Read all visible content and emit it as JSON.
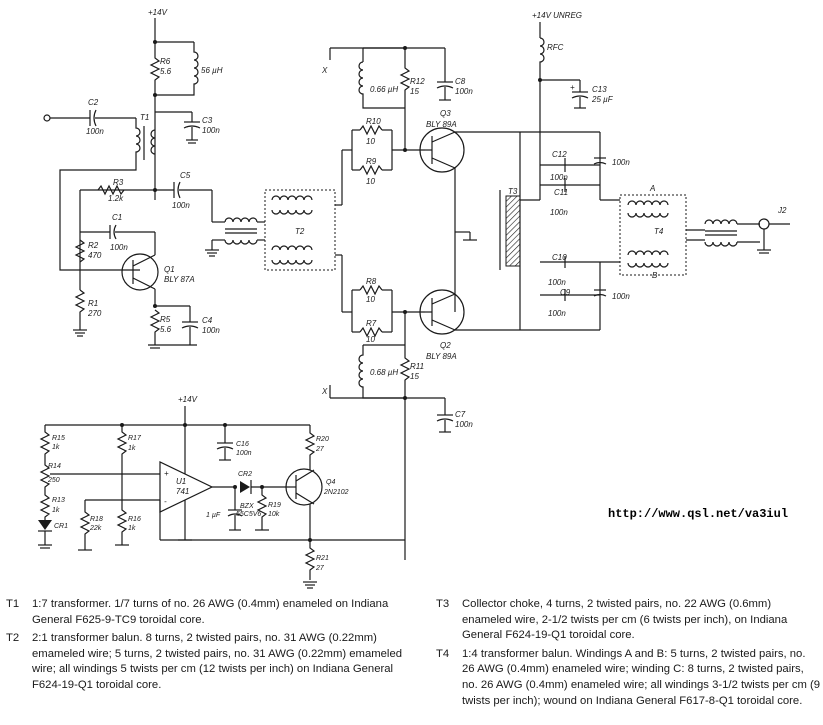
{
  "supply": {
    "main": "+14V",
    "pa": "+14V UNREG",
    "bias": "+14V"
  },
  "components": {
    "R6": "R6",
    "R6v": "5.6",
    "L56": "56 µH",
    "C2": "C2",
    "C2v": "100n",
    "T1": "T1",
    "C3": "C3",
    "C3v": "100n",
    "R3": "R3",
    "R3v": "1.2k",
    "C5": "C5",
    "C5v": "100n",
    "C1": "C1",
    "C1v": "100n",
    "R2": "R2",
    "R2v": "470",
    "Q1": "Q1",
    "Q1v": "BLY 87A",
    "R1": "R1",
    "R1v": "270",
    "R5": "R5",
    "R5v": "5.6",
    "C4": "C4",
    "C4v": "100n",
    "L066": "0.66 µH",
    "R12": "R12",
    "R12v": "15",
    "C8": "C8",
    "C8v": "100n",
    "R10": "R10",
    "R10v": "10",
    "R9": "R9",
    "R9v": "10",
    "Q3": "Q3",
    "Q3v": "BLY 89A",
    "T2": "T2",
    "R8": "R8",
    "R8v": "10",
    "R7": "R7",
    "R7v": "10",
    "Q2": "Q2",
    "Q2v": "BLY 89A",
    "L068": "0.68 µH",
    "R11": "R11",
    "R11v": "15",
    "C7": "C7",
    "C7v": "100n",
    "RFC": "RFC",
    "C13": "C13",
    "C13v": "25 µF",
    "C12": "C12",
    "C12v": "100n",
    "C11": "C11",
    "C11v": "100n",
    "C10": "C10",
    "C10v": "100n",
    "C9": "C9",
    "C9v": "100n",
    "C100k": "100n",
    "C100n": "100n",
    "T3": "T3",
    "T4": "T4",
    "A": "A",
    "B": "B",
    "J2": "J2",
    "X": "X",
    "R15": "R15",
    "R15v": "1k",
    "R14": "R14",
    "R14v": "250",
    "R13": "R13",
    "R13v": "1k",
    "CR1": "CR1",
    "R18": "R18",
    "R18v": "22k",
    "R17": "R17",
    "R17v": "1k",
    "R16": "R16",
    "R16v": "1k",
    "U1": "U1",
    "U1v": "741",
    "C16": "C16",
    "C16v": "100n",
    "CR2": "CR2",
    "CR2v": "BZX",
    "CR2v2": "55C5V6",
    "C1uF": "1 µF",
    "R19": "R19",
    "R19v": "10k",
    "R20": "R20",
    "R20v": "27",
    "R21": "R21",
    "R21v": "27",
    "Q4": "Q4",
    "Q4v": "2N2102"
  },
  "url": "http://www.qsl.net/va3iul",
  "notes": {
    "T1": {
      "tag": "T1",
      "text": "1:7 transformer. 1/7 turns of no. 26 AWG (0.4mm) enameled on Indiana General F625-9-TC9 toroidal core."
    },
    "T2": {
      "tag": "T2",
      "text": "2:1 transformer balun. 8 turns, 2 twisted pairs, no. 31 AWG (0.22mm) emameled wire; 5 turns, 2 twisted pairs, no. 31 AWG (0.22mm) emameled wire; all windings 5 twists per cm (12 twists per inch) on Indiana General F624-19-Q1 toroidal core."
    },
    "T3": {
      "tag": "T3",
      "text": "Collector choke, 4 turns, 2 twisted pairs, no. 22 AWG (0.6mm) enameled wire, 2-1/2 twists per cm (6 twists per inch), on Indiana General F624-19-Q1 toroidal core."
    },
    "T4": {
      "tag": "T4",
      "text": "1:4 transformer balun. Windings A and B: 5 turns, 2 twisted pairs, no. 26 AWG (0.4mm) enameled wire; winding C: 8 turns, 2 twisted pairs, no. 26 AWG (0.4mm) enameled wire; all windings 3-1/2 twists per cm (9 twists per inch); wound on Indiana General F617-8-Q1 toroidal core."
    }
  }
}
